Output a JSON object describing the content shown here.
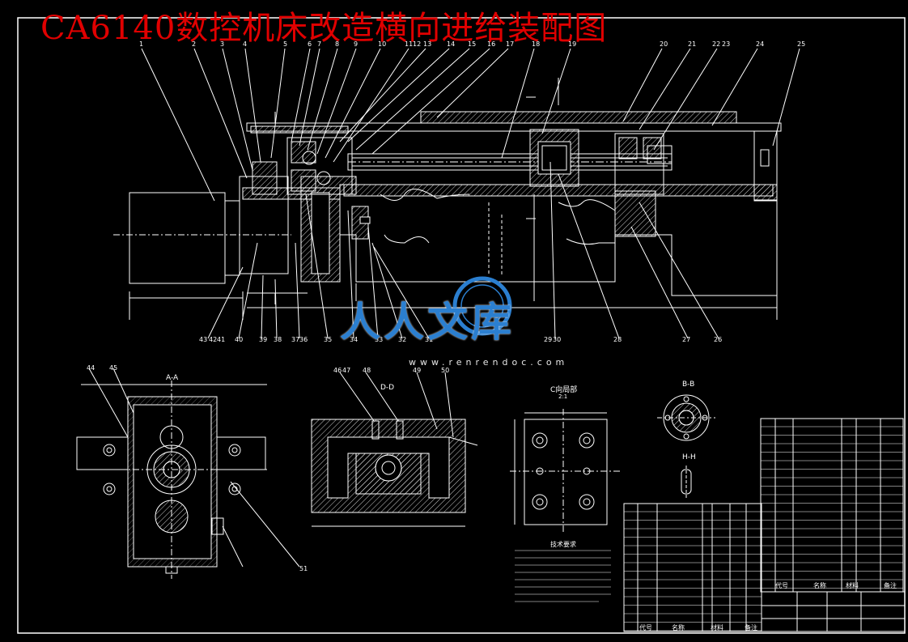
{
  "drawing": {
    "title": "CA6140数控机床改造横向进给装配图",
    "colors": {
      "title": "#e00000",
      "lines": "#ffffff",
      "hatch": "#ffffff",
      "watermark": "#2b7fd0",
      "background": "#000000"
    }
  },
  "top_part_numbers": [
    "1",
    "2",
    "3",
    "4",
    "5",
    "6",
    "7",
    "8",
    "9",
    "10",
    "11",
    "12",
    "13",
    "14",
    "15",
    "16",
    "17",
    "18",
    "19",
    "20",
    "21",
    "22",
    "23",
    "24",
    "25"
  ],
  "bottom_part_numbers": [
    "43",
    "42",
    "41",
    "40",
    "39",
    "38",
    "37",
    "36",
    "35",
    "34",
    "33",
    "32",
    "31",
    "29",
    "30",
    "28",
    "27",
    "26"
  ],
  "section_labels": {
    "aa": "A-A",
    "dd": "D-D",
    "c_view": "C向局部",
    "c_scale": "2:1",
    "bb": "B-B",
    "hh": "H-H",
    "aa_callouts": [
      "44",
      "45",
      "51"
    ],
    "dd_callouts": [
      "46",
      "47",
      "48",
      "49",
      "50"
    ]
  },
  "tech_requirements_title": "技术要求",
  "watermark": {
    "text": "人人文库",
    "url": "www.renrendoc.com"
  },
  "title_block_headers": [
    "代号",
    "名称",
    "材料",
    "备注"
  ]
}
